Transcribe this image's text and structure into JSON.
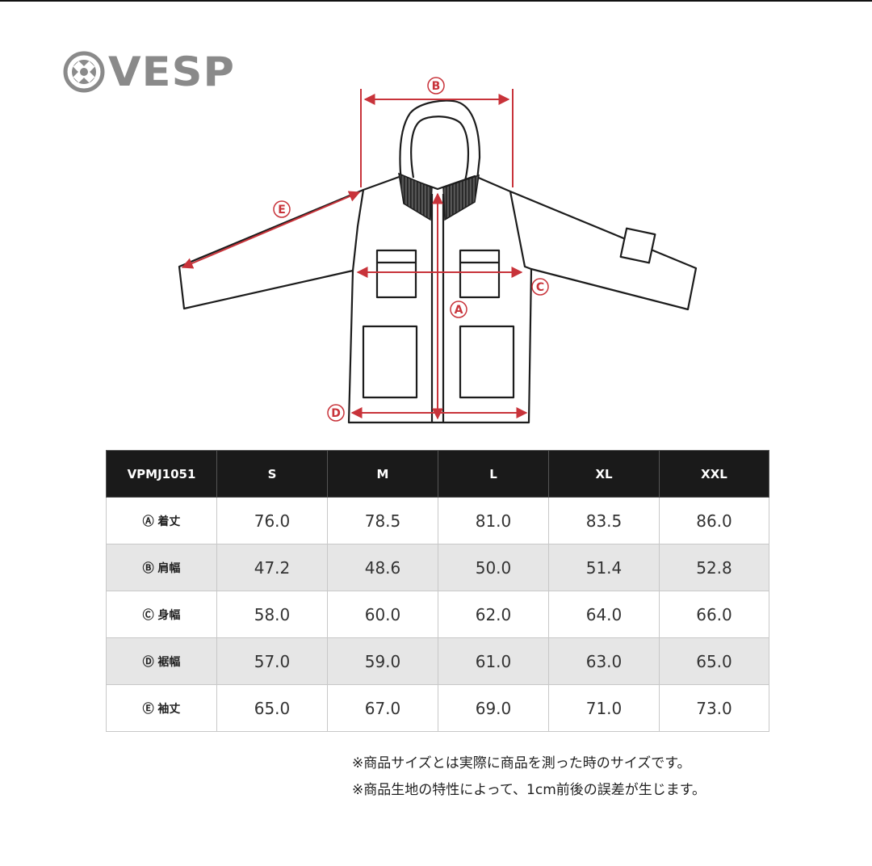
{
  "brand": {
    "name": "VESP"
  },
  "diagram": {
    "labels": {
      "a": "A",
      "b": "B",
      "c": "C",
      "d": "D",
      "e": "E"
    },
    "accent_color": "#c8333a"
  },
  "table": {
    "model": "VPMJ1051",
    "sizes": [
      "S",
      "M",
      "L",
      "XL",
      "XXL"
    ],
    "rows": [
      {
        "label": "Ⓐ 着丈",
        "values": [
          "76.0",
          "78.5",
          "81.0",
          "83.5",
          "86.0"
        ]
      },
      {
        "label": "Ⓑ 肩幅",
        "values": [
          "47.2",
          "48.6",
          "50.0",
          "51.4",
          "52.8"
        ]
      },
      {
        "label": "Ⓒ 身幅",
        "values": [
          "58.0",
          "60.0",
          "62.0",
          "64.0",
          "66.0"
        ]
      },
      {
        "label": "Ⓓ 裾幅",
        "values": [
          "57.0",
          "59.0",
          "61.0",
          "63.0",
          "65.0"
        ]
      },
      {
        "label": "Ⓔ 袖丈",
        "values": [
          "65.0",
          "67.0",
          "69.0",
          "71.0",
          "73.0"
        ]
      }
    ]
  },
  "notes": [
    "※商品サイズとは実際に商品を測った時のサイズです。",
    "※商品生地の特性によって、1cm前後の誤差が生じます。"
  ]
}
